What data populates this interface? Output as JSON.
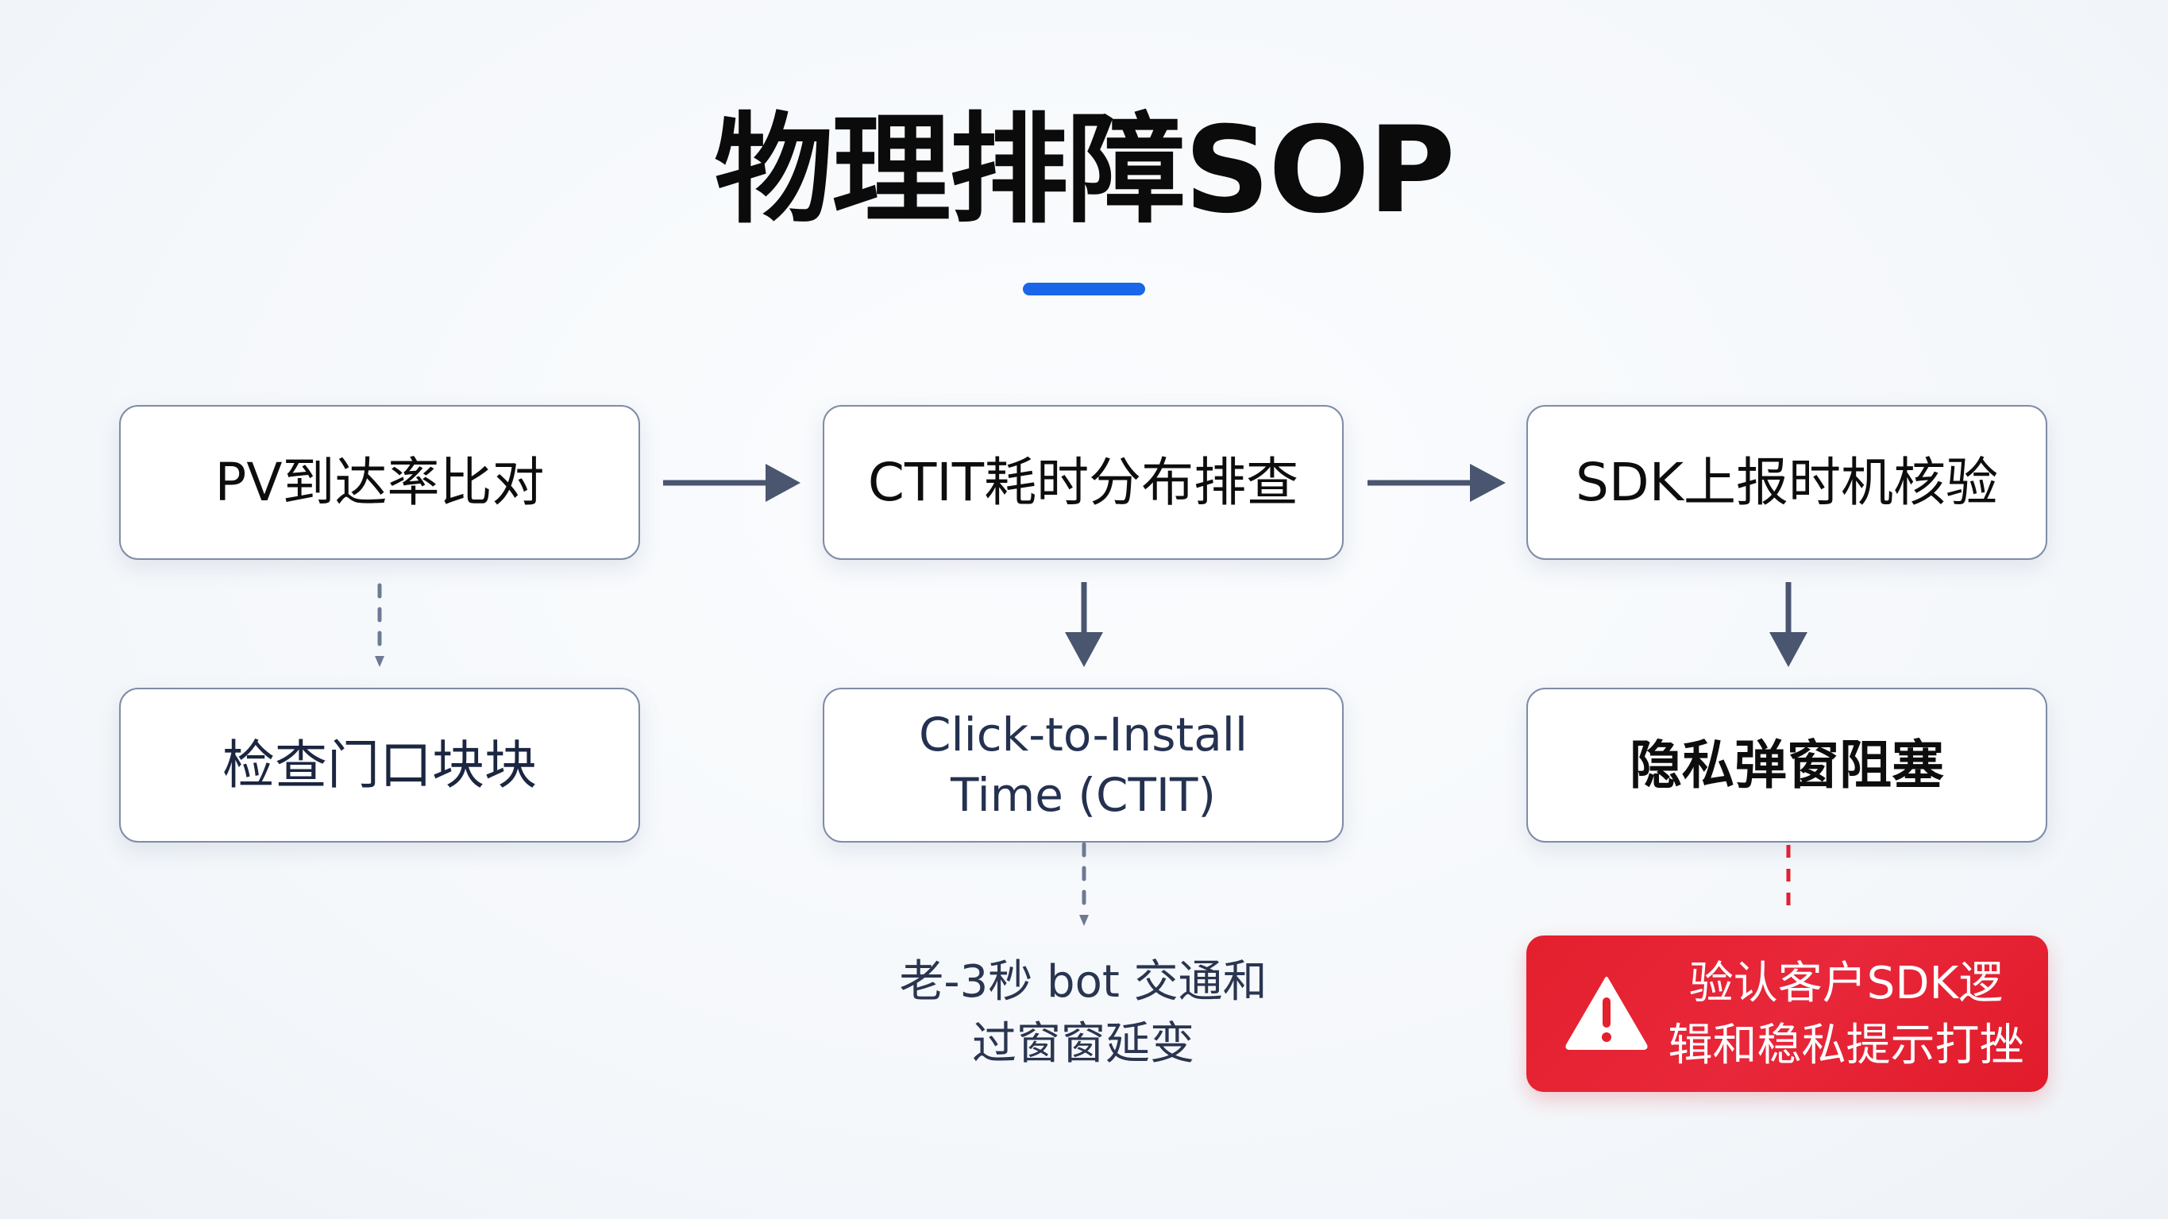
{
  "title": "物理排障SOP",
  "colors": {
    "accent": "#1a66e8",
    "arrow": "#4a5570",
    "dash": "#6e7a94",
    "alert": "#e4202d",
    "alert_dash": "#e02030"
  },
  "steps": [
    {
      "label": "PV到达率比对"
    },
    {
      "label": "CTIT耗时分布排查"
    },
    {
      "label": "SDK上报时机核验"
    }
  ],
  "sub_steps": [
    {
      "label": "检查门口块块"
    },
    {
      "lines": [
        "Click-to-Install",
        "Time (CTIT)"
      ]
    },
    {
      "label": "隐私弹窗阻塞"
    }
  ],
  "annotation": {
    "lines": [
      "老-3秒 bot 交通和",
      "过窗窗延变"
    ]
  },
  "alert": {
    "icon": "warning-icon",
    "lines": [
      "验认客户SDK逻",
      "辑和稳私提示打挫"
    ]
  }
}
